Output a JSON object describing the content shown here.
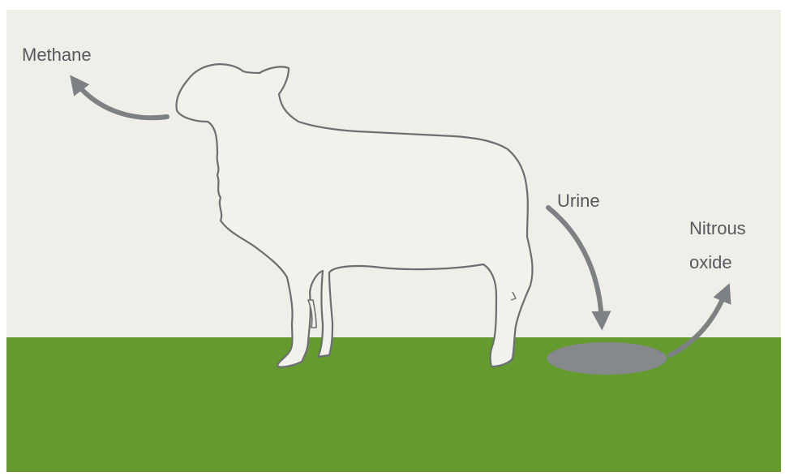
{
  "diagram": {
    "labels": {
      "methane": "Methane",
      "urine": "Urine",
      "nitrous_line1": "Nitrous",
      "nitrous_line2": "oxide"
    },
    "icons": {
      "animal": "sheep-icon",
      "puddle": "urine-puddle-icon",
      "arrows": [
        "methane-arrow-icon",
        "urine-arrow-icon",
        "nitrous-oxide-arrow-icon"
      ]
    },
    "colors": {
      "sky": "#efeee8",
      "ground": "#649a2e",
      "sheep_fill": "#f2f1ec",
      "sheep_outline": "#6b6f72",
      "arrow": "#7d8184",
      "puddle": "#86898b",
      "text": "#555a5e"
    }
  }
}
